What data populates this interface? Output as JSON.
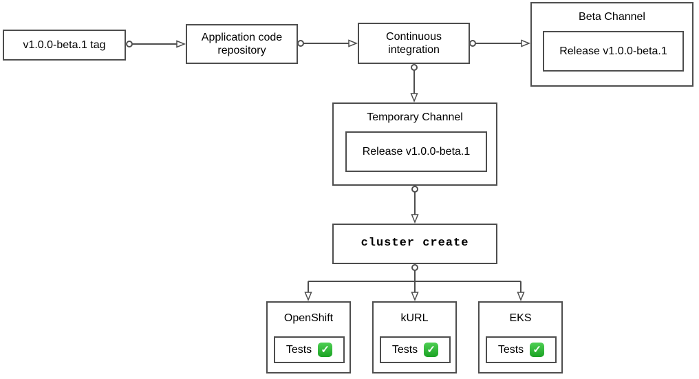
{
  "diagram": {
    "background": "#ffffff",
    "stroke_color": "#4d4d4d",
    "text_color": "#000000",
    "check_green": "#1ba224",
    "icons": {
      "check": "✓"
    },
    "nodes": {
      "tag": {
        "label": "v1.0.0-beta.1 tag"
      },
      "repo": {
        "label": "Application code repository"
      },
      "ci": {
        "label": "Continuous integration"
      },
      "beta_channel": {
        "title": "Beta Channel",
        "release_label": "Release v1.0.0-beta.1"
      },
      "temporary_channel": {
        "title": "Temporary Channel",
        "release_label": "Release v1.0.0-beta.1"
      },
      "cluster_create": {
        "label": "cluster create"
      }
    },
    "platforms": [
      {
        "name": "OpenShift",
        "tests_label": "Tests",
        "status_icon": "check-mark-button"
      },
      {
        "name": "kURL",
        "tests_label": "Tests",
        "status_icon": "check-mark-button"
      },
      {
        "name": "EKS",
        "tests_label": "Tests",
        "status_icon": "check-mark-button"
      }
    ]
  }
}
